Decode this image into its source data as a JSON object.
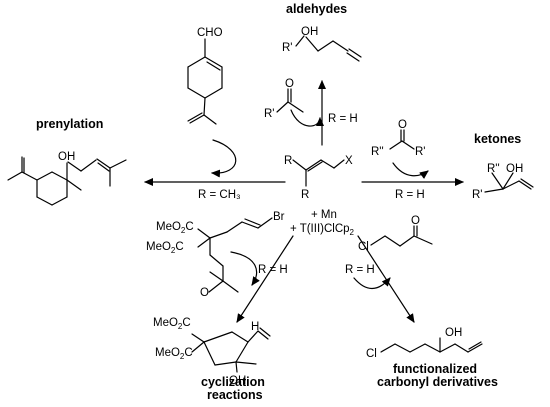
{
  "colors": {
    "ink": "#000000",
    "background": "#ffffff"
  },
  "center": {
    "R_left": "R",
    "R_right": "R",
    "X": "X",
    "plus_mn": "+ Mn",
    "reagent_prefix": "+ T(III)ClCp",
    "reagent_subscript": "2"
  },
  "categories": {
    "aldehydes": "aldehydes",
    "ketones": "ketones",
    "prenylation": "prenylation",
    "cyclization_line1": "cyclization",
    "cyclization_line2": "reactions",
    "functionalized_line1": "functionalized",
    "functionalized_line2": "carbonyl derivatives"
  },
  "conditions": {
    "top": "R = H",
    "left": "R = CH₃",
    "right": "R = H",
    "lower_left": "R = H",
    "lower_right": "R = H"
  },
  "atoms": {
    "aldehyde_reagent_R": "R'",
    "aldehyde_reagent_O": "O",
    "aldehyde_product_R": "R'",
    "aldehyde_product_OH": "OH",
    "ketone_reagent_R2": "R''",
    "ketone_reagent_R1": "R'",
    "ketone_reagent_O": "O",
    "ketone_product_R2": "R''",
    "ketone_product_R1": "R'",
    "ketone_product_OH": "OH",
    "perillaldehyde_CHO": "CHO",
    "prenyl_product_OH": "OH",
    "cyc_reagent_ester1": "MeO",
    "cyc_reagent_ester1_sub": "2",
    "cyc_reagent_ester1_tail": "C",
    "cyc_reagent_ester2": "MeO",
    "cyc_reagent_ester2_sub": "2",
    "cyc_reagent_ester2_tail": "C",
    "cyc_reagent_Br": "Br",
    "cyc_reagent_O": "O",
    "cyc_product_ester1": "MeO",
    "cyc_product_ester1_sub": "2",
    "cyc_product_ester1_tail": "C",
    "cyc_product_ester2": "MeO",
    "cyc_product_ester2_sub": "2",
    "cyc_product_ester2_tail": "C",
    "cyc_product_H": "H",
    "cyc_product_OH": "OH",
    "func_reagent_Cl": "Cl",
    "func_reagent_O": "O",
    "func_product_Cl": "Cl",
    "func_product_OH": "OH"
  }
}
